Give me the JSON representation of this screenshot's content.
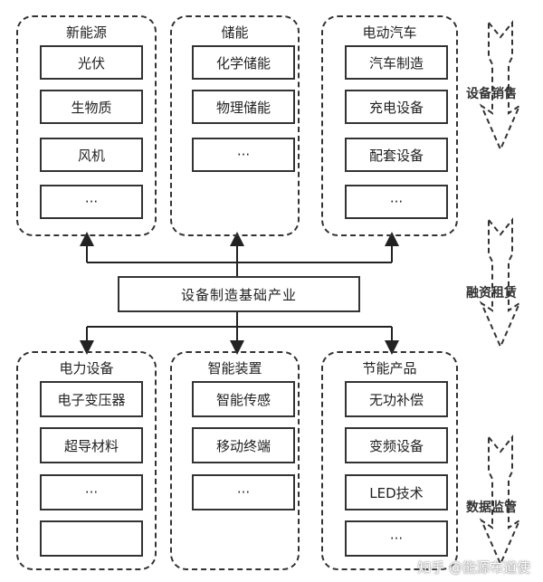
{
  "top_groups": [
    {
      "title": "新能源",
      "items": [
        "光伏",
        "生物质",
        "风机",
        "···"
      ]
    },
    {
      "title": "储能",
      "items": [
        "化学储能",
        "物理储能",
        "···"
      ]
    },
    {
      "title": "电动汽车",
      "items": [
        "汽车制造",
        "充电设备",
        "配套设备",
        "···"
      ]
    }
  ],
  "center": {
    "label": "设备制造基础产业"
  },
  "bottom_groups": [
    {
      "title": "电力设备",
      "items": [
        "电子变压器",
        "超导材料",
        "···",
        ""
      ]
    },
    {
      "title": "智能装置",
      "items": [
        "智能传感",
        "移动终端",
        "···"
      ]
    },
    {
      "title": "节能产品",
      "items": [
        "无功补偿",
        "变频设备",
        "LED技术",
        "···"
      ]
    }
  ],
  "side_arrows": [
    {
      "label": "设备销售"
    },
    {
      "label": "融资租赁"
    },
    {
      "label": "数据监管"
    }
  ],
  "watermark": "知乎 @能源布道使"
}
